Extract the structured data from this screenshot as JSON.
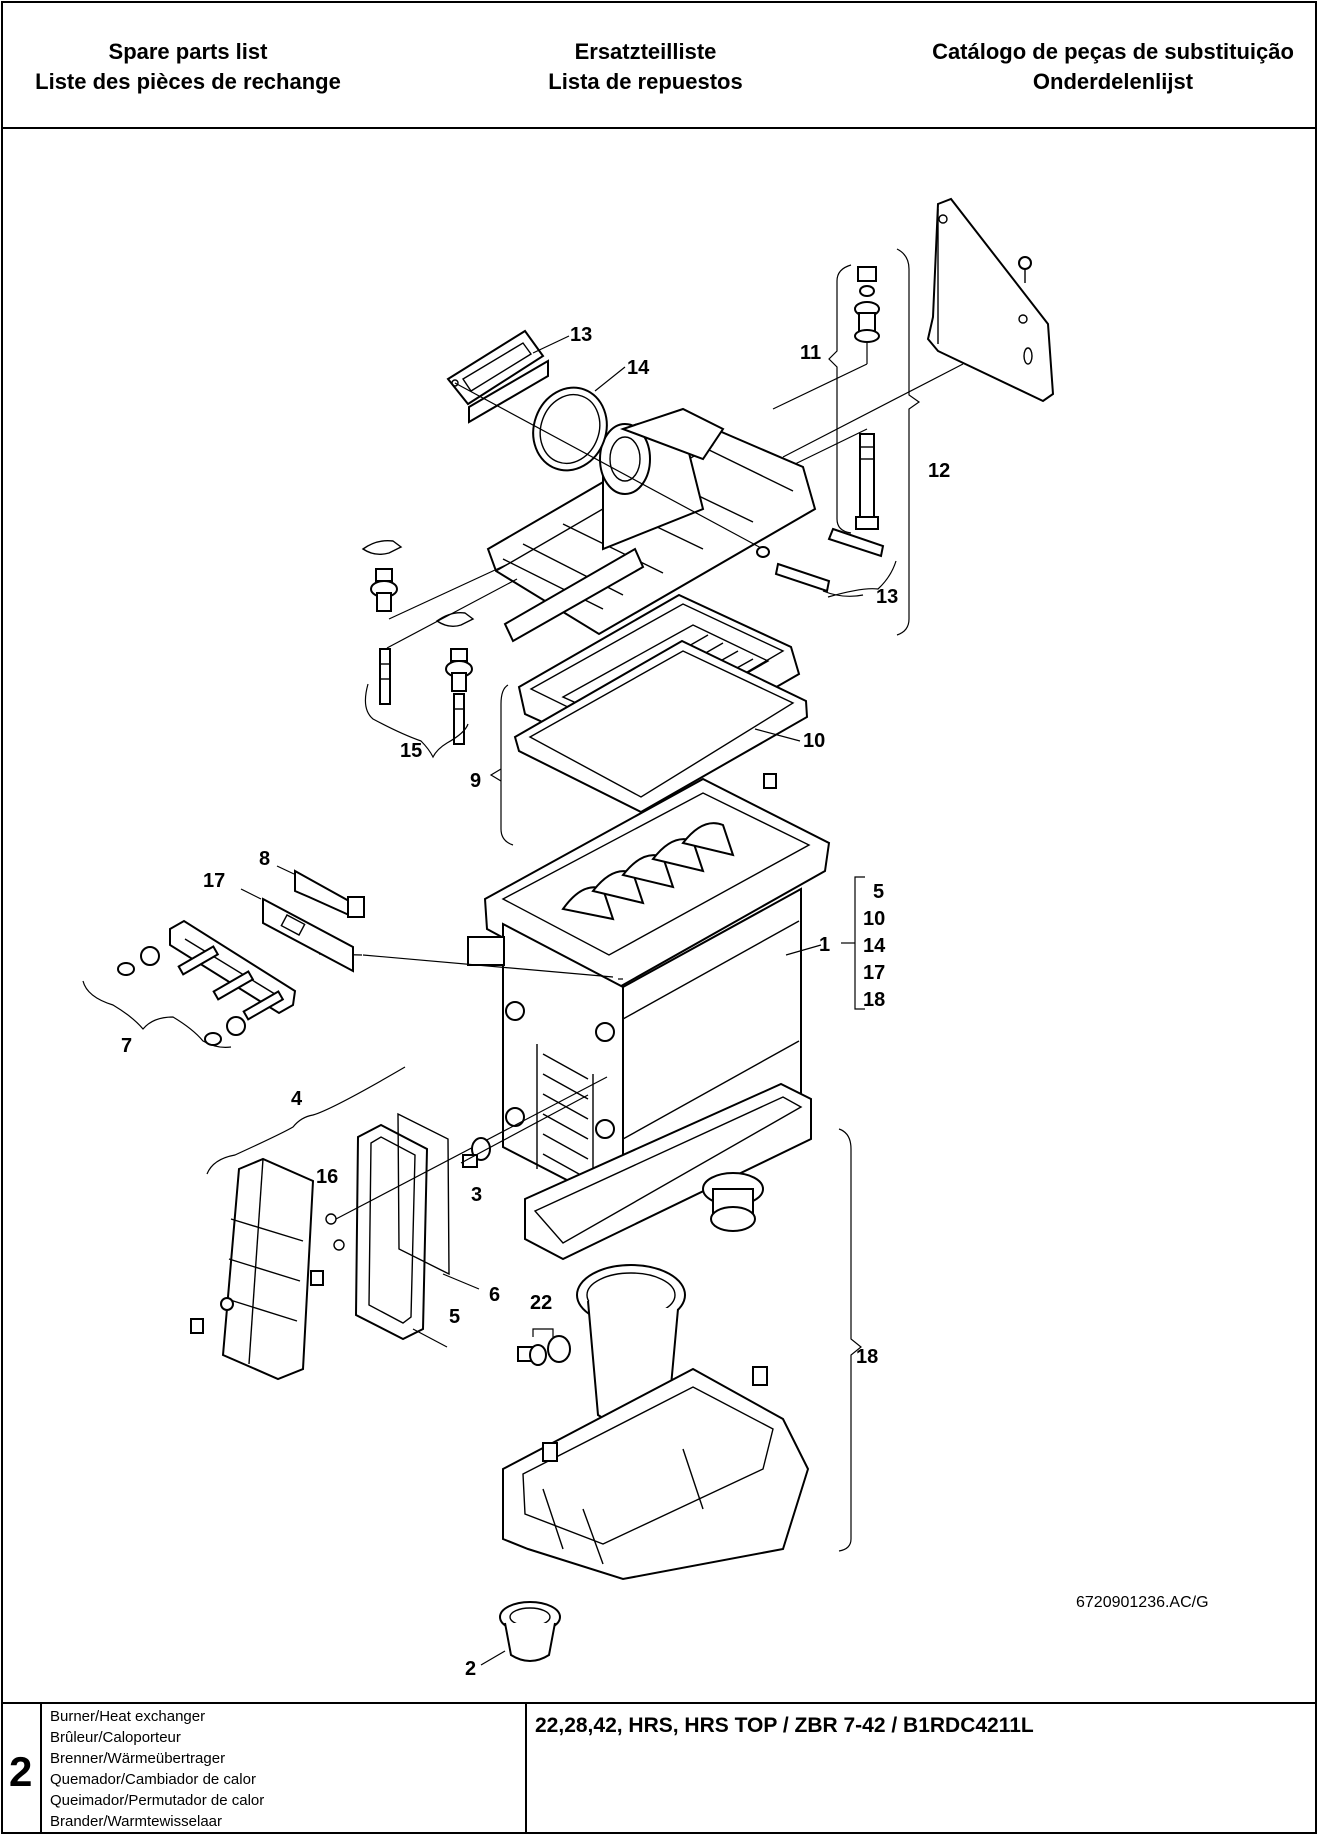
{
  "header": {
    "col1": [
      "Spare parts list",
      "Liste des pièces de rechange"
    ],
    "col2": [
      "Ersatzteilliste",
      "Lista de repuestos"
    ],
    "col3": [
      "Catálogo de peças de substituição",
      "Onderdelenlijst"
    ]
  },
  "diagram": {
    "callouts": {
      "c13a": "13",
      "c14": "14",
      "c11": "11",
      "c12": "12",
      "c13b": "13",
      "c15": "15",
      "c10": "10",
      "c9": "9",
      "c8": "8",
      "c17": "17",
      "c1": "1",
      "c7": "7",
      "c4": "4",
      "c16": "16",
      "c3": "3",
      "c6": "6",
      "c5": "5",
      "c22": "22",
      "c18": "18",
      "c2": "2"
    },
    "group_list": [
      "5",
      "10",
      "14",
      "17",
      "18"
    ],
    "drawing_id": "6720901236.AC/G"
  },
  "footer": {
    "section_number": "2",
    "descriptions": [
      "Burner/Heat exchanger",
      "Brûleur/Caloporteur",
      "Brenner/Wärmeübertrager",
      "Quemador/Cambiador de calor",
      "Queimador/Permutador de calor",
      "Brander/Warmtewisselaar"
    ],
    "models": "22,28,42, HRS, HRS TOP / ZBR 7-42 / B1RDC4211L"
  }
}
